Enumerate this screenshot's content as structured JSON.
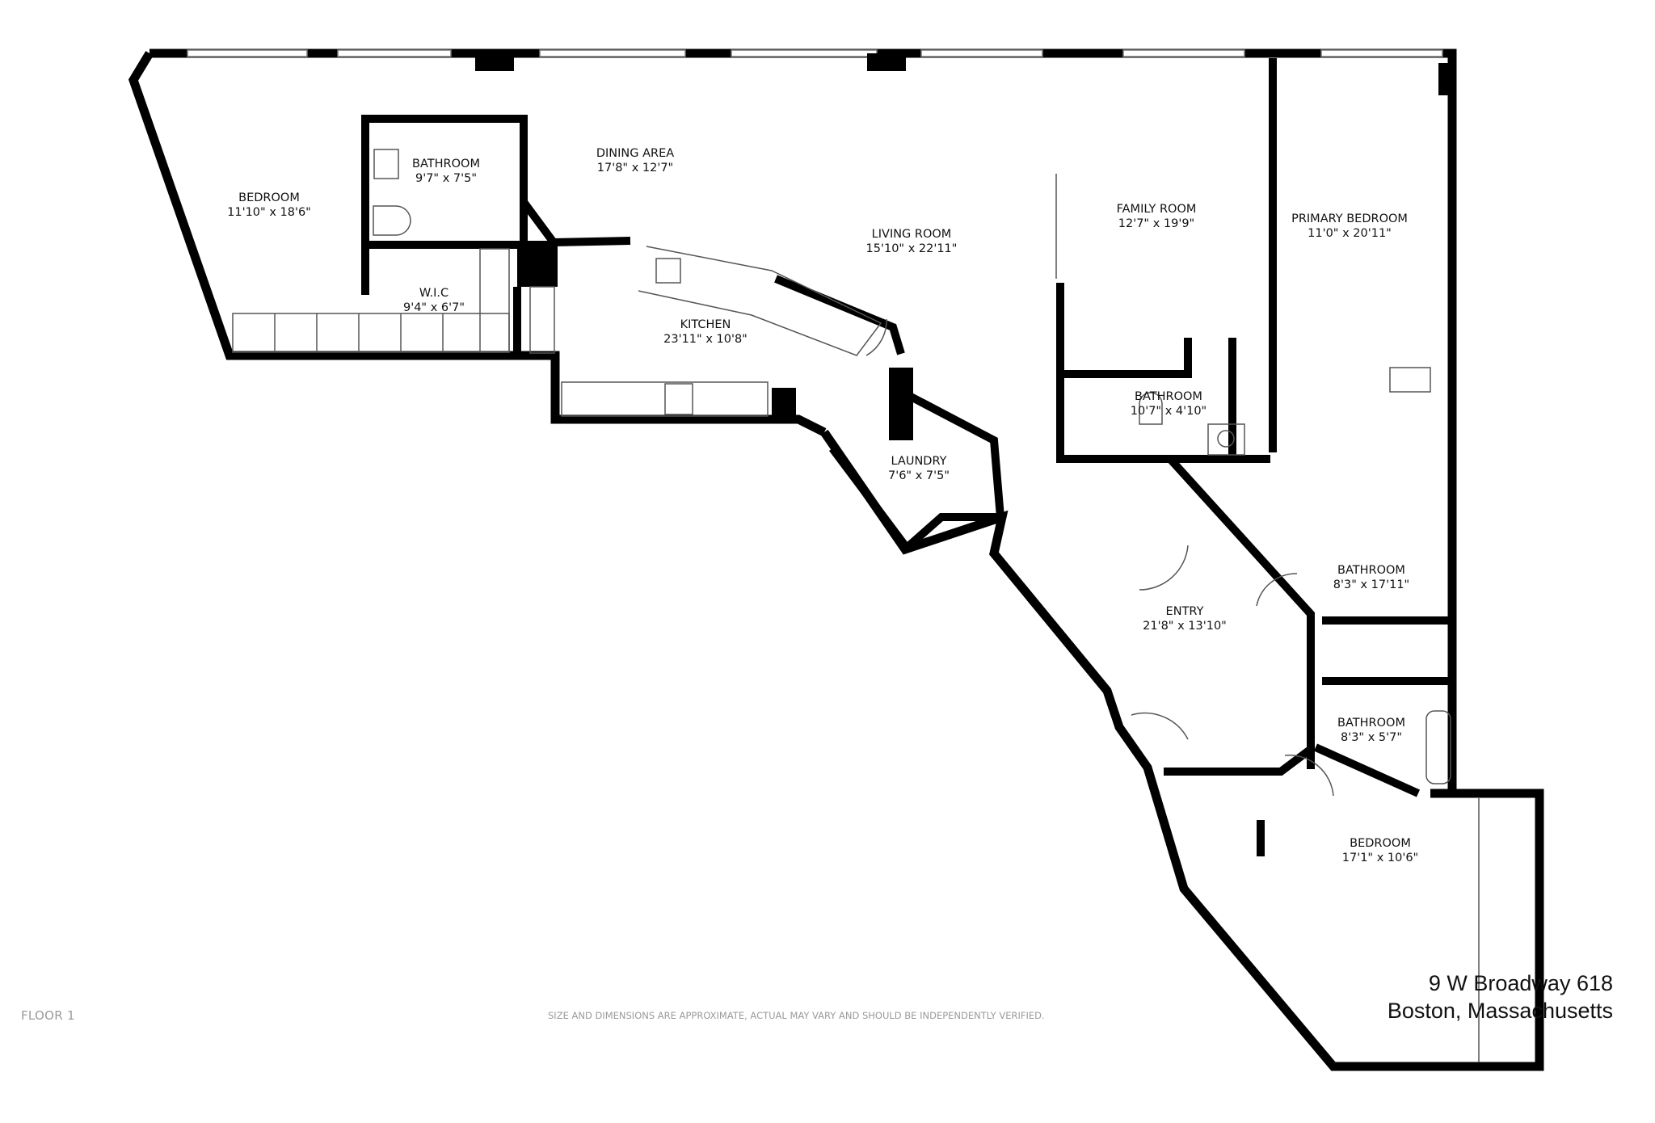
{
  "plan": {
    "floor_label": "FLOOR 1",
    "disclaimer": "SIZE AND DIMENSIONS ARE APPROXIMATE, ACTUAL MAY VARY AND SHOULD BE INDEPENDENTLY VERIFIED.",
    "address": {
      "line1": "9 W Broadway 618",
      "line2": "Boston, Massachusetts"
    },
    "colors": {
      "wall": "#000000",
      "fixture": "#555555",
      "background": "#ffffff",
      "footer_gray": "#9a9a9a"
    }
  },
  "rooms": [
    {
      "name": "BEDROOM",
      "dims": "11'10\" x 18'6\""
    },
    {
      "name": "BATHROOM",
      "dims": "9'7\" x 7'5\""
    },
    {
      "name": "W.I.C",
      "dims": "9'4\" x 6'7\""
    },
    {
      "name": "DINING AREA",
      "dims": "17'8\" x 12'7\""
    },
    {
      "name": "LIVING ROOM",
      "dims": "15'10\" x 22'11\""
    },
    {
      "name": "KITCHEN",
      "dims": "23'11\" x 10'8\""
    },
    {
      "name": "FAMILY ROOM",
      "dims": "12'7\" x 19'9\""
    },
    {
      "name": "PRIMARY BEDROOM",
      "dims": "11'0\" x 20'11\""
    },
    {
      "name": "BATHROOM",
      "dims": "10'7\" x 4'10\""
    },
    {
      "name": "LAUNDRY",
      "dims": "7'6\" x 7'5\""
    },
    {
      "name": "BATHROOM",
      "dims": "8'3\" x 17'11\""
    },
    {
      "name": "ENTRY",
      "dims": "21'8\" x 13'10\""
    },
    {
      "name": "BATHROOM",
      "dims": "8'3\" x 5'7\""
    },
    {
      "name": "BEDROOM",
      "dims": "17'1\" x 10'6\""
    }
  ]
}
